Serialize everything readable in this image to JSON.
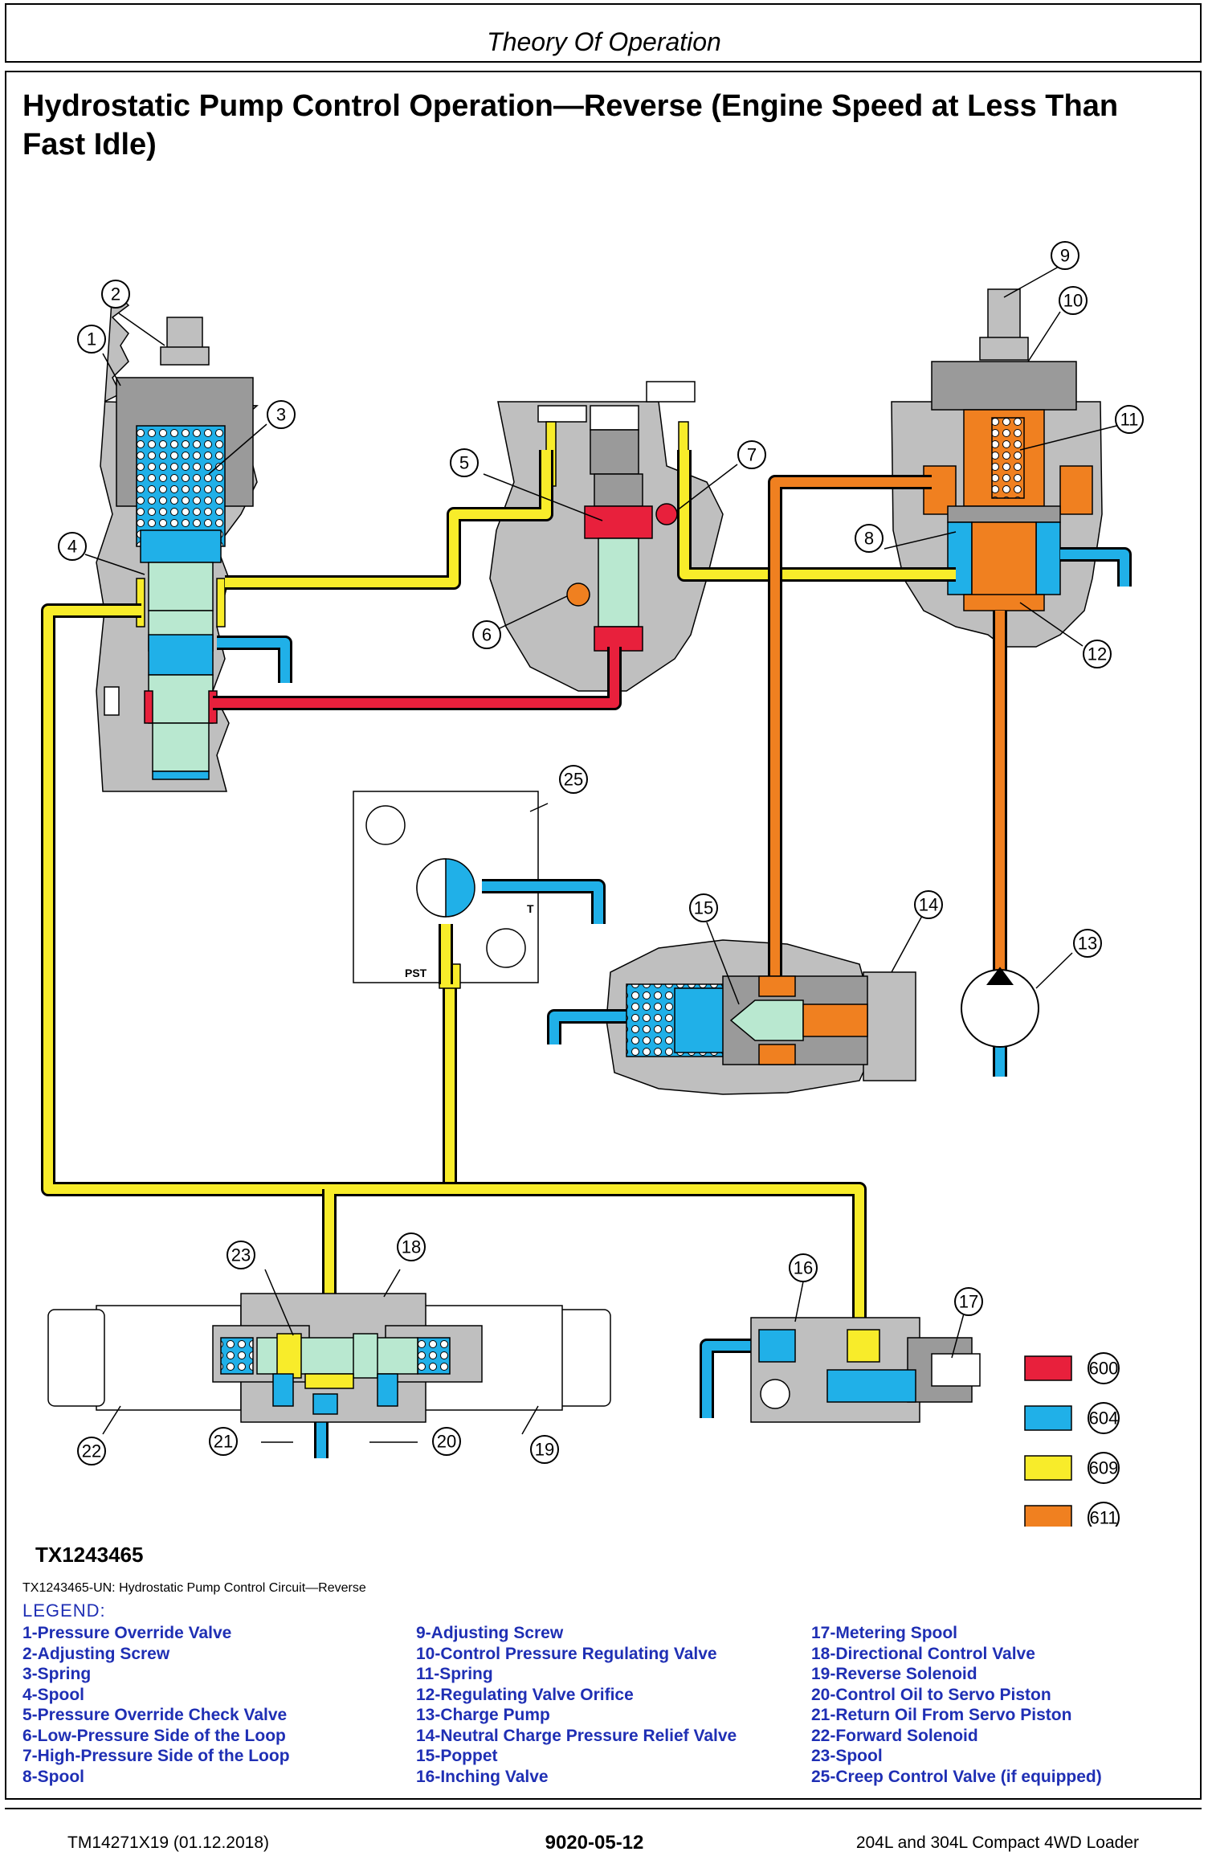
{
  "header": {
    "section": "Theory Of Operation"
  },
  "title": "Hydrostatic Pump Control Operation—Reverse (Engine Speed at Less Than Fast Idle)",
  "figure": {
    "id": "TX1243465",
    "caption": "TX1243465-UN: Hydrostatic Pump Control Circuit—Reverse",
    "callouts": [
      "1",
      "2",
      "3",
      "4",
      "5",
      "6",
      "7",
      "8",
      "9",
      "10",
      "11",
      "12",
      "13",
      "14",
      "15",
      "16",
      "17",
      "18",
      "19",
      "20",
      "21",
      "22",
      "23",
      "25"
    ],
    "port_labels": {
      "t": "T",
      "pst": "PST"
    },
    "color_keys": [
      {
        "code": "600",
        "color": "#e8203c"
      },
      {
        "code": "604",
        "color": "#20b0e8"
      },
      {
        "code": "609",
        "color": "#f8ec2a"
      },
      {
        "code": "611",
        "color": "#f08020"
      }
    ]
  },
  "legend": {
    "label": "LEGEND:",
    "col1": [
      "1-Pressure Override Valve",
      "2-Adjusting Screw",
      "3-Spring",
      "4-Spool",
      "5-Pressure Override Check Valve",
      "6-Low-Pressure Side of the Loop",
      "7-High-Pressure Side of the Loop",
      "8-Spool"
    ],
    "col2": [
      "9-Adjusting Screw",
      "10-Control Pressure Regulating Valve",
      "11-Spring",
      "12-Regulating Valve Orifice",
      "13-Charge Pump",
      "14-Neutral Charge Pressure Relief Valve",
      "15-Poppet",
      "16-Inching Valve"
    ],
    "col3": [
      "17-Metering Spool",
      "18-Directional Control Valve",
      "19-Reverse Solenoid",
      "20-Control Oil to Servo Piston",
      "21-Return Oil From Servo Piston",
      "22-Forward Solenoid",
      "23-Spool",
      "25-Creep Control Valve (if equipped)"
    ]
  },
  "footer": {
    "left": "TM14271X19 (01.12.2018)",
    "center": "9020-05-12",
    "right": "204L and 304L Compact 4WD Loader"
  }
}
